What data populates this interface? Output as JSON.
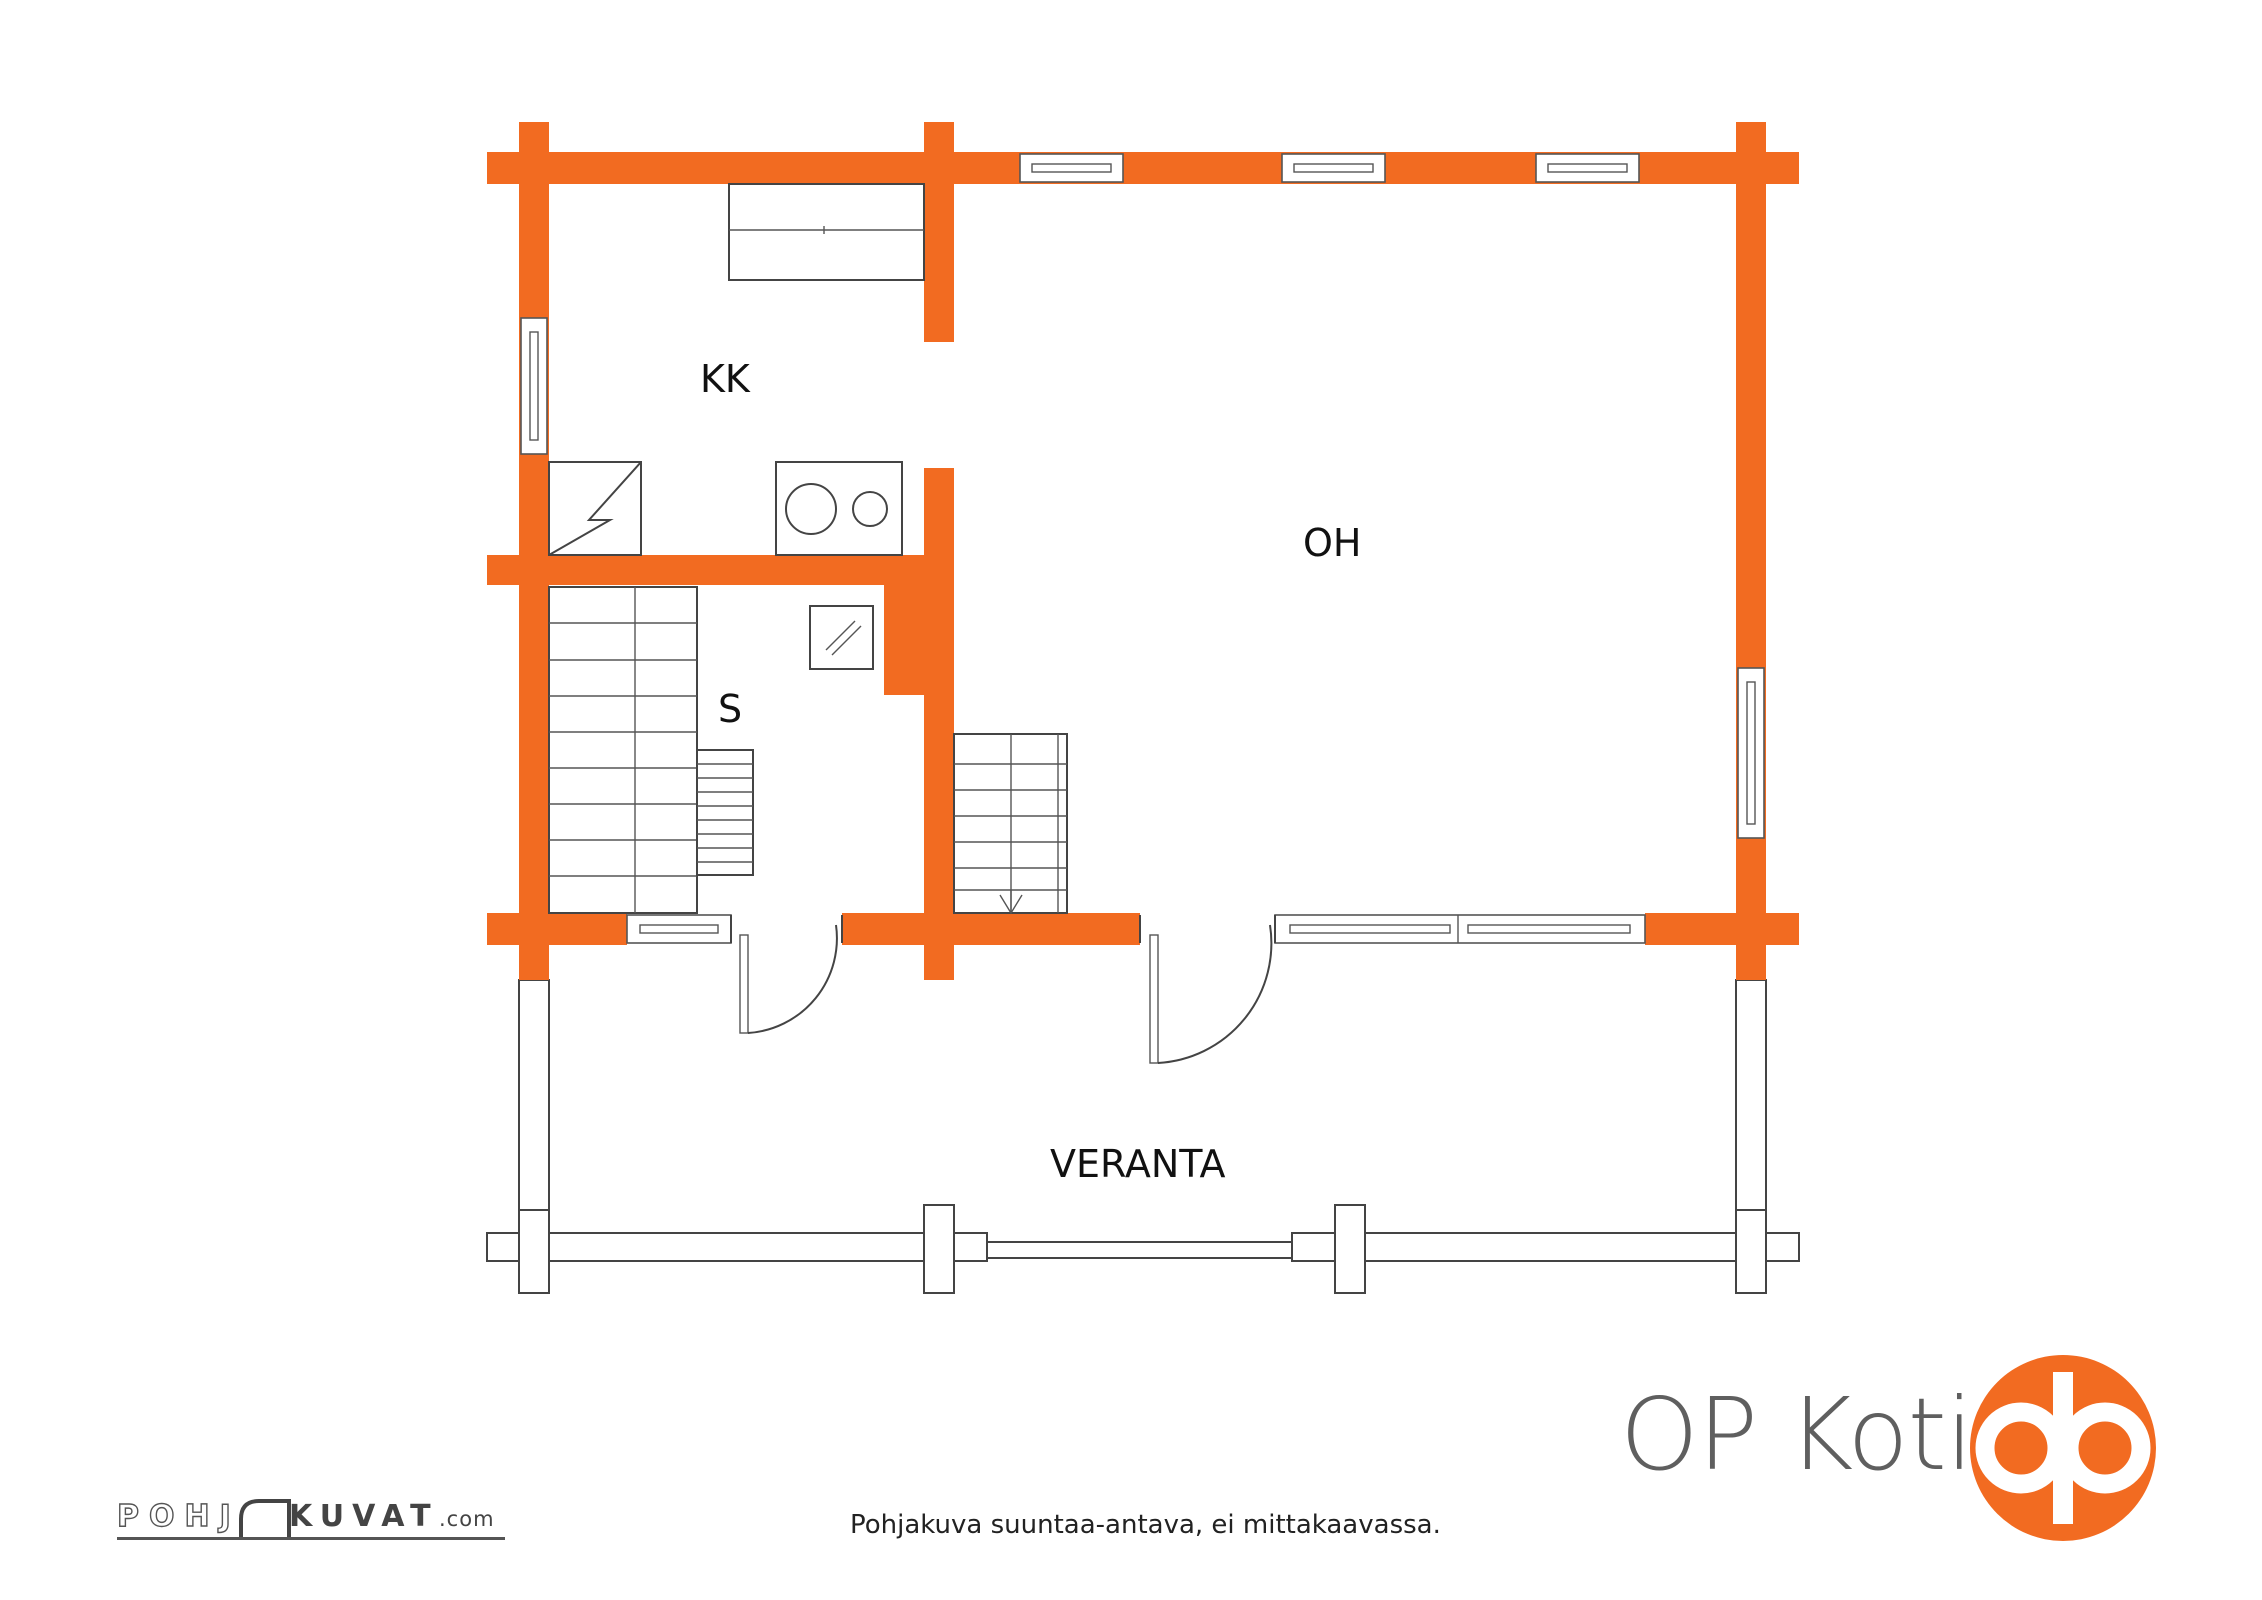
{
  "rooms": {
    "kk": "KK",
    "oh": "OH",
    "s": "S",
    "veranta": "VERANTA"
  },
  "brand": {
    "name": "OP Koti"
  },
  "footer": {
    "disclaimer": "Pohjakuva suuntaa-antava, ei mittakaavassa.",
    "logo_left": "POHJ",
    "logo_right": "KUVAT",
    "logo_suffix": ".com"
  },
  "colors": {
    "wall": "#f26b21",
    "outline": "#444444",
    "brand_orange": "#f26b21",
    "brand_text": "#5f5f5f"
  }
}
